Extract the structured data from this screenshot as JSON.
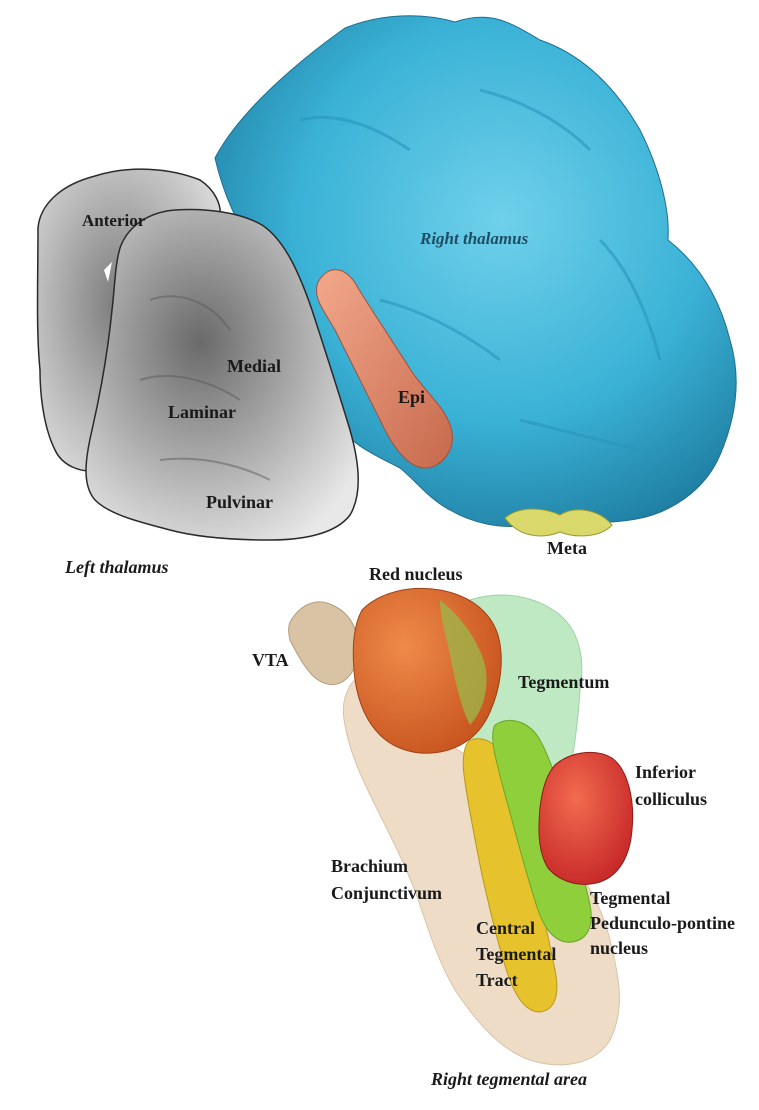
{
  "figure": {
    "labels": {
      "anterior": "Anterior",
      "medial": "Medial",
      "laminar": "Laminar",
      "pulvinar": "Pulvinar",
      "left_thalamus": "Left thalamus",
      "right_thalamus": "Right thalamus",
      "epi": "Epi",
      "meta": "Meta",
      "red_nucleus": "Red nucleus",
      "vta": "VTA",
      "tegmentum": "Tegmentum",
      "inferior_colliculus_1": "Inferior",
      "inferior_colliculus_2": "colliculus",
      "brachium_1": "Brachium",
      "brachium_2": "Conjunctivum",
      "tpp_1": "Tegmental",
      "tpp_2": "Pedunculo-pontine",
      "tpp_3": "nucleus",
      "ctt_1": "Central",
      "ctt_2": "Tegmental",
      "ctt_3": "Tract",
      "right_tegmental_area": "Right tegmental area"
    },
    "colors": {
      "right_thalamus": "#3fb6d8",
      "epithalamus": "#e08a6e",
      "metathalamus": "#d9d86a",
      "left_thalamus_slices": "#9a9a9a",
      "red_nucleus": "#d9692f",
      "vta": "#d9c3a5",
      "tegmentum": "#bfe9c2",
      "inferior_colliculus": "#e0383b",
      "brachium_conjunctivum": "#efdcc6",
      "tegmental_pedunculopontine": "#8fcf3c",
      "central_tegmental_tract": "#e6c22c"
    }
  }
}
